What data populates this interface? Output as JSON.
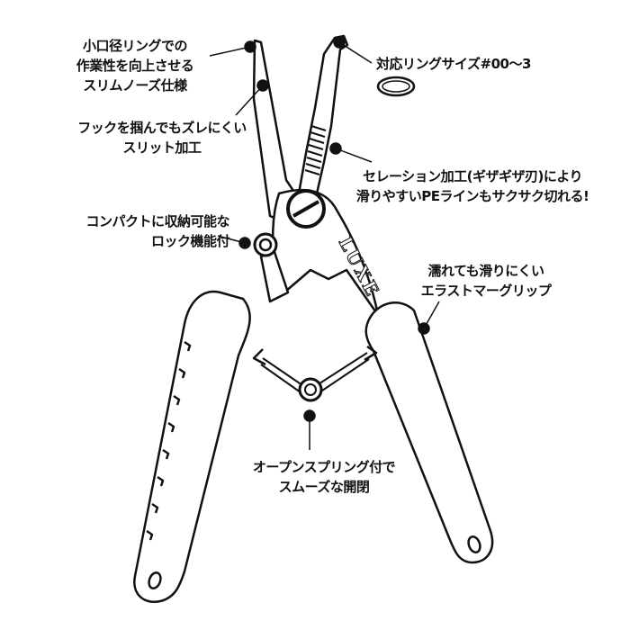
{
  "logo_text": "LUXE",
  "colors": {
    "ink": "#111111",
    "background": "#ffffff"
  },
  "callouts": {
    "slim_nose": {
      "line1": "小口径リングでの",
      "line2": "作業性を向上させる",
      "line3": "スリムノーズ仕様"
    },
    "slit": {
      "line1": "フックを掴んでもズレにくい",
      "line2": "スリット加工"
    },
    "ring_size": {
      "line1": "対応リングサイズ#00〜3"
    },
    "serration": {
      "line1": "セレーション加工(ギザギザ刃)により",
      "line2": "滑りやすいPEラインもサクサク切れる!"
    },
    "lock": {
      "line1": "コンパクトに収納可能な",
      "line2": "ロック機能付"
    },
    "grip": {
      "line1": "濡れても滑りにくい",
      "line2": "エラストマーグリップ"
    },
    "spring": {
      "line1": "オープンスプリング付で",
      "line2": "スムーズな開閉"
    }
  }
}
